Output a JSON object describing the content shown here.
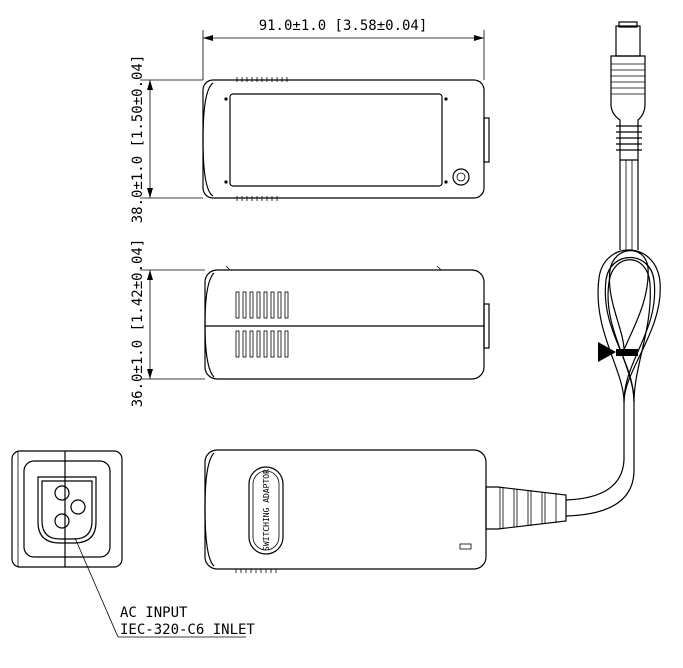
{
  "dimensions": {
    "width": "91.0±1.0 [3.58±0.04]",
    "height_top_view": "38.0±1.0 [1.50±0.04]",
    "height_side_view": "36.0±1.0 [1.42±0.04]"
  },
  "labels": {
    "ac_input": "AC INPUT",
    "inlet": "IEC-320-C6 INLET",
    "badge": "SWITCHING ADAPTOR"
  },
  "colors": {
    "line": "#000000",
    "background": "#ffffff"
  }
}
